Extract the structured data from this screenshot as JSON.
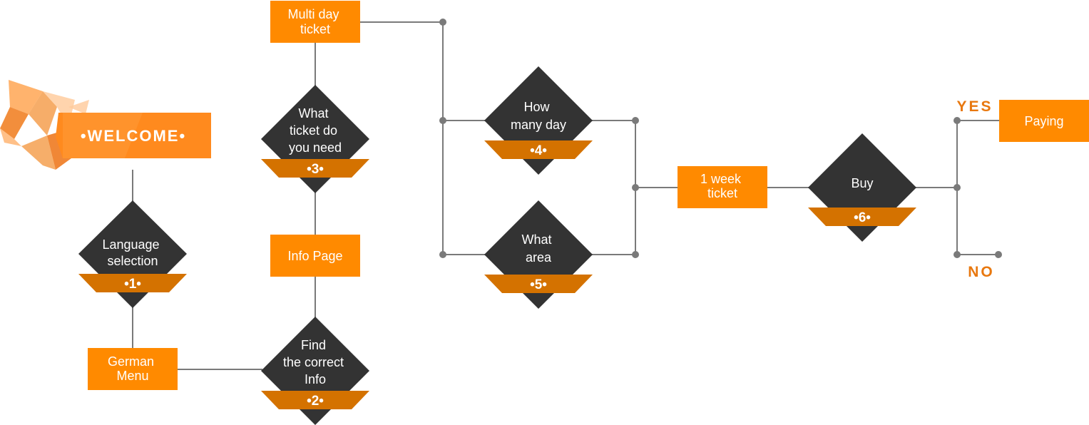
{
  "colors": {
    "box": "#ff8a00",
    "diamond": "#333333",
    "badge": "#d47200",
    "line": "#7a7a7a",
    "accent": "#e8780f"
  },
  "welcome": {
    "label": "•WELCOME•"
  },
  "boxes": {
    "multi_day": [
      "Multi day",
      "ticket"
    ],
    "info_page": [
      "Info Page"
    ],
    "german_menu": [
      "German",
      "Menu"
    ],
    "week_ticket": [
      "1 week",
      "ticket"
    ],
    "paying": [
      "Paying"
    ]
  },
  "decisions": {
    "language": {
      "lines": [
        "Language",
        "selection"
      ],
      "step": "•1•"
    },
    "find_info": {
      "lines": [
        "Find",
        "the correct",
        "Info"
      ],
      "step": "•2•"
    },
    "what_ticket": {
      "lines": [
        "What",
        "ticket do",
        "you need"
      ],
      "step": "•3•"
    },
    "how_many": {
      "lines": [
        "How",
        "many day"
      ],
      "step": "•4•"
    },
    "what_area": {
      "lines": [
        "What",
        "area"
      ],
      "step": "•5•"
    },
    "buy": {
      "lines": [
        "Buy"
      ],
      "step": "•6•"
    }
  },
  "branches": {
    "yes": "YES",
    "no": "NO"
  }
}
